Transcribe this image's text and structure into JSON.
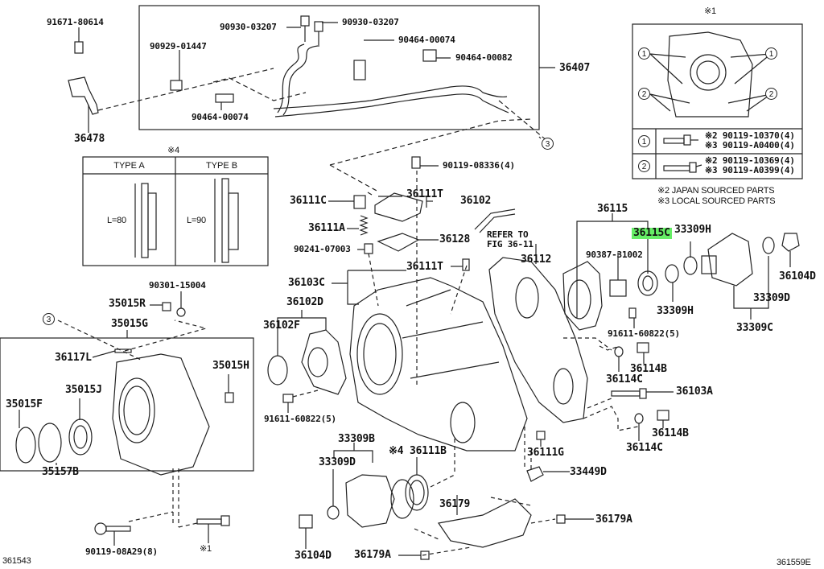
{
  "diagram": {
    "highlight_color": "#66ee66",
    "footer": {
      "left_id": "361543",
      "right_id": "361559E"
    },
    "labels": {
      "p91671_80614": "91671-80614",
      "p90930_03207_a": "90930-03207",
      "p90930_03207_b": "90930-03207",
      "p90929_01447": "90929-01447",
      "p90464_00074_a": "90464-00074",
      "p90464_00082": "90464-00082",
      "p36407": "36407",
      "p90464_00074_b": "90464-00074",
      "p36478": "36478",
      "p90119_08336": "90119-08336(4)",
      "p36111C": "36111C",
      "p36111T_a": "36111T",
      "p36102": "36102",
      "p36111A": "36111A",
      "p36128": "36128",
      "p90241_07003": "90241-07003",
      "refer": "REFER TO",
      "refer_fig": "FIG 36-11",
      "p36111T_b": "36111T",
      "p36103C": "36103C",
      "p36112": "36112",
      "p36115": "36115",
      "p36115C": "36115C",
      "p33309H_a": "33309H",
      "p90387_31002": "90387-31002",
      "p36104D_a": "36104D",
      "p33309H_b": "33309H",
      "p33309D_a": "33309D",
      "p33309C": "33309C",
      "p91611_60822_a": "91611-60822(5)",
      "p90301_15004": "90301-15004",
      "p35015R": "35015R",
      "p35015G": "35015G",
      "p36102D": "36102D",
      "p36102F": "36102F",
      "p36117L": "36117L",
      "p35015H": "35015H",
      "p35015J": "35015J",
      "p35015F": "35015F",
      "p35157B": "35157B",
      "p91611_60822_b": "91611-60822(5)",
      "p36114B_a": "36114B",
      "p36114C_a": "36114C",
      "p36103A": "36103A",
      "p36114B_b": "36114B",
      "p36114C_b": "36114C",
      "p33309B": "33309B",
      "p33309D_b": "33309D",
      "p36111B": "※4 36111B",
      "p36111G": "36111G",
      "p33449D": "33449D",
      "p36179": "36179",
      "p36179A_a": "36179A",
      "p36179A_b": "36179A",
      "p36104D_b": "36104D",
      "p90119_08A29": "90119-08A29(8)",
      "note1_bottom": "※1"
    },
    "callouts": {
      "c3_top": "3",
      "c3_left": "3"
    },
    "inset1": {
      "title": "※1",
      "callout_1": "1",
      "callout_2": "2",
      "rows": [
        {
          "key": "1",
          "lines": [
            "※2 90119-10370(4)",
            "※3 90119-A0400(4)"
          ]
        },
        {
          "key": "2",
          "lines": [
            "※2 90119-10369(4)",
            "※3 90119-A0399(4)"
          ]
        }
      ],
      "notes": [
        "※2 JAPAN SOURCED PARTS",
        "※3 LOCAL SOURCED PARTS"
      ]
    },
    "inset4": {
      "title": "※4",
      "columns": [
        {
          "header": "TYPE A",
          "length": "L=80"
        },
        {
          "header": "TYPE B",
          "length": "L=90"
        }
      ]
    }
  }
}
